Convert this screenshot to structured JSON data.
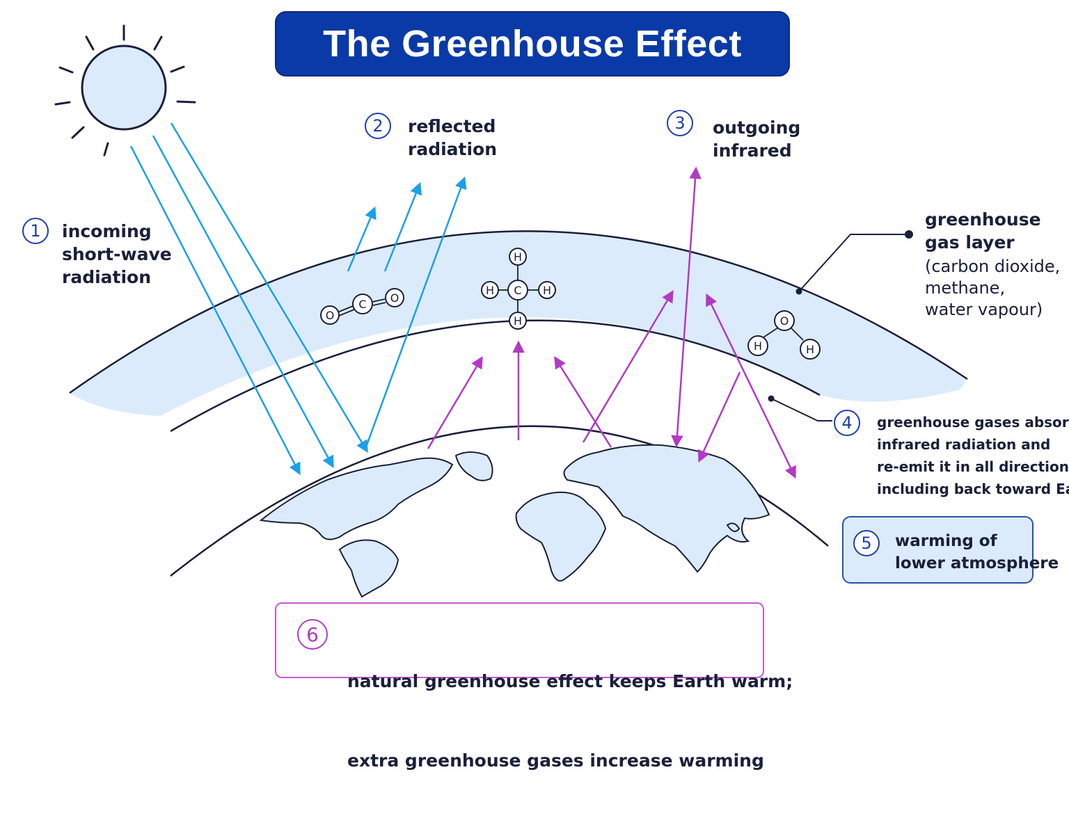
{
  "title": "The Greenhouse Effect",
  "labels": {
    "l1": {
      "num": "1",
      "lines": [
        "incoming",
        "short-wave",
        "radiation"
      ]
    },
    "l2": {
      "num": "2",
      "lines": [
        "reflected",
        "radiation"
      ]
    },
    "l3": {
      "num": "3",
      "lines": [
        "outgoing",
        "infrared"
      ]
    },
    "gas_layer": {
      "title_lines": [
        "greenhouse",
        "gas layer"
      ],
      "detail_lines": [
        "(carbon dioxide,",
        "methane,",
        "water vapour)"
      ]
    },
    "l4": {
      "num": "4",
      "lines": [
        "greenhouse gases absorb",
        "infrared radiation and",
        "re-emit it in all directions,",
        "including back toward Earth"
      ]
    },
    "l5": {
      "num": "5",
      "lines": [
        "warming of",
        "lower atmosphere"
      ]
    },
    "l6": {
      "num": "6",
      "lines": [
        "natural greenhouse effect  keeps  Earth warm;",
        "extra  greenhouse gases increase warming"
      ]
    }
  },
  "molecules": {
    "co2": {
      "atoms": [
        "O",
        "C",
        "O"
      ]
    },
    "ch4": {
      "atoms": [
        "H",
        "H",
        "C",
        "H",
        "H"
      ]
    },
    "h2o": {
      "atoms": [
        "O",
        "H",
        "H"
      ]
    }
  },
  "colors": {
    "title_bg": "#0a3aa8",
    "shortwave": "#1aa0e8",
    "infrared": "#b23ac4",
    "layer_fill": "#dcebfb",
    "outline": "#1a1f3a",
    "number_blue": "#1d3fa8"
  },
  "icons": [
    "sun-icon",
    "earth-globe-icon",
    "co2-molecule-icon",
    "methane-molecule-icon",
    "water-molecule-icon"
  ]
}
